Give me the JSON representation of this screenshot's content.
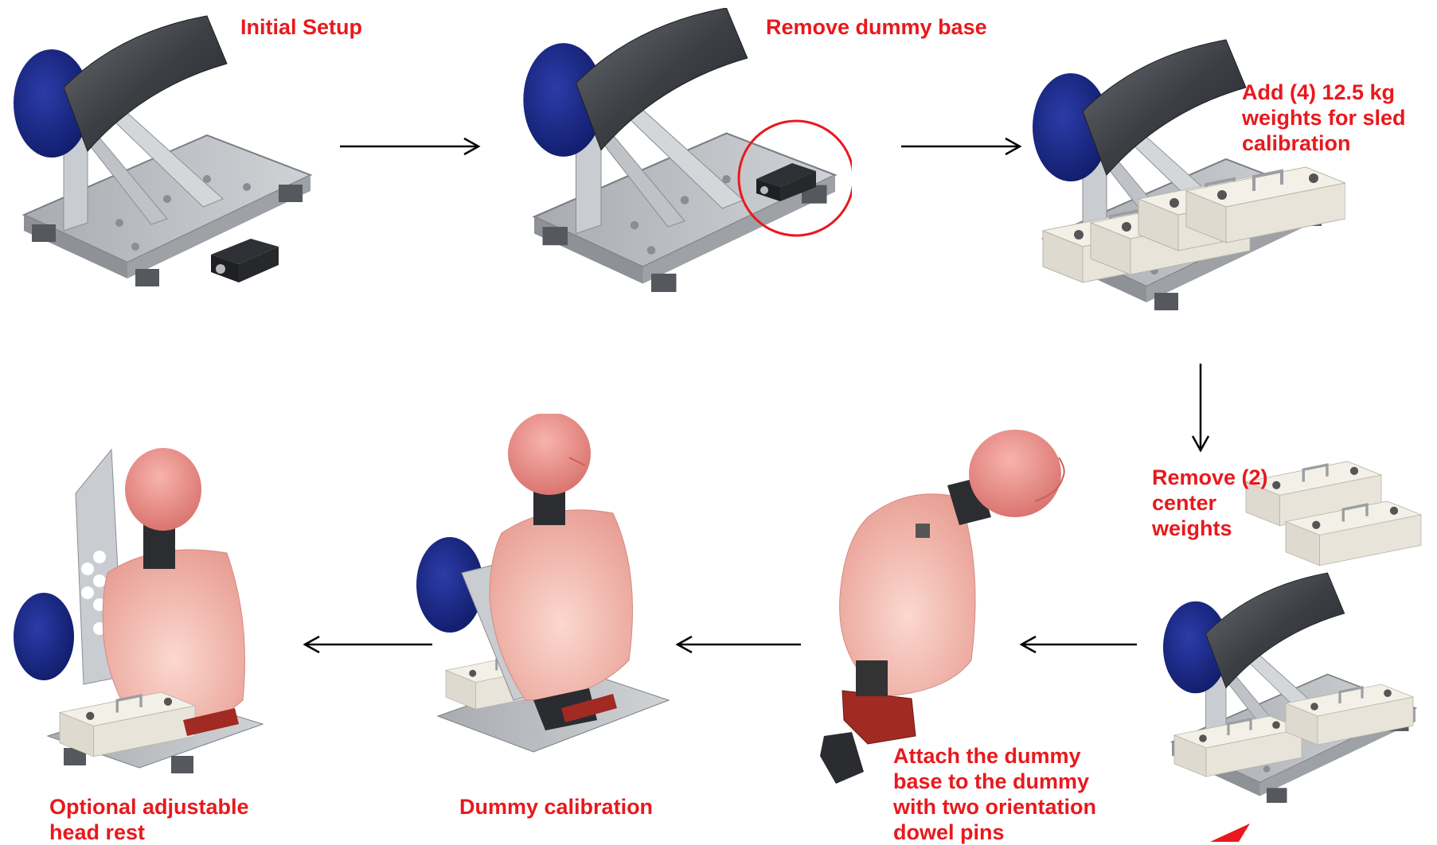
{
  "steps": [
    {
      "id": "initial",
      "lines": [
        "Initial Setup"
      ]
    },
    {
      "id": "remove-base",
      "lines": [
        "Remove dummy base"
      ]
    },
    {
      "id": "add-weights",
      "lines": [
        "Add (4) 12.5 kg",
        "weights for sled",
        "calibration"
      ]
    },
    {
      "id": "remove-center",
      "lines": [
        "Remove (2)",
        "center",
        "weights"
      ]
    },
    {
      "id": "attach-base",
      "lines": [
        "Attach the dummy",
        "base to the dummy",
        "with two orientation",
        "dowel pins"
      ]
    },
    {
      "id": "dummy-calibration",
      "lines": [
        "Dummy calibration"
      ]
    },
    {
      "id": "head-rest",
      "lines": [
        "Optional adjustable",
        "head rest"
      ]
    }
  ],
  "colors": {
    "label": "#e8191d",
    "plate": "#b9bcc0",
    "frame": "#c9ccd0",
    "cylinder": "#1a2a8a",
    "pad": "#4a4d52",
    "weight": "#ece8dc",
    "skin": "#f2a9a0",
    "head": "#ef8f8a",
    "base_red": "#a12a22"
  },
  "icons": [
    "arrow-right-icon",
    "arrow-down-icon",
    "arrow-left-icon",
    "red-circle-highlight-icon",
    "red-pointer-icon"
  ]
}
